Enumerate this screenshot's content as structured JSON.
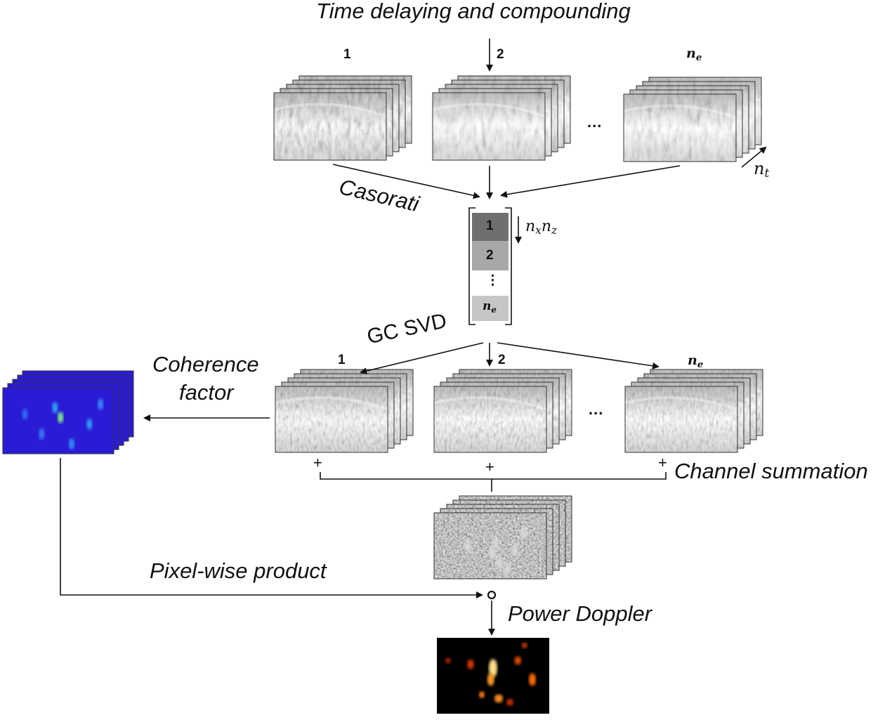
{
  "labels": {
    "top": "Time delaying and compounding",
    "casorati": "Casorati",
    "gcsvd": "GC SVD",
    "coherence_line1": "Coherence",
    "coherence_line2": "factor",
    "channel": "Channel summation",
    "pixelwise": "Pixel-wise product",
    "power": "Power Doppler"
  },
  "ensemble_indices": {
    "first": "1",
    "second": "2",
    "last_base": "n",
    "last_sub": "e"
  },
  "ellipsis": "...",
  "temporal_axis": {
    "base": "n",
    "sub": "t"
  },
  "casorati_matrix": {
    "blocks": [
      "1",
      "2",
      "⋮"
    ],
    "last_base": "n",
    "last_sub": "e",
    "rows_label": {
      "a": "n",
      "a_sub": "x",
      "b": "n",
      "b_sub": "z"
    }
  },
  "summation_signs": [
    "+",
    "+",
    "+"
  ],
  "product_symbol": "∘",
  "colors": {
    "stroke": "#111111",
    "coherence_map": "#2a1bd6",
    "power_doppler_bg": "#000000",
    "power_doppler_hot": "#ff5a00",
    "matrix_dark": "#6f6f6f",
    "matrix_mid": "#a8a8a8",
    "matrix_light": "#c6c6c6"
  }
}
